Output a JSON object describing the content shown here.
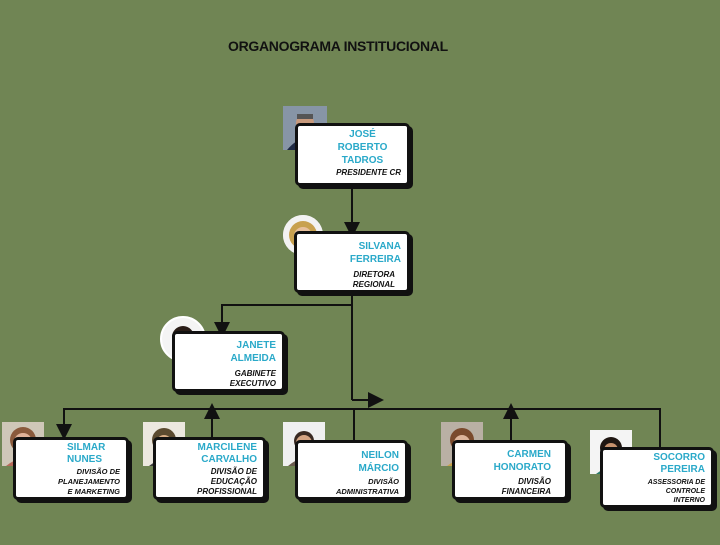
{
  "title": "ORGANOGRAMA INSTITUCIONAL",
  "nodes": [
    {
      "id": "jose",
      "name": "JOSÉ\nROBERTO\nTADROS",
      "role": "PRESIDENTE CR"
    },
    {
      "id": "silvana",
      "name": "SILVANA\nFERREIRA",
      "role": "DIRETORA\nREGIONAL"
    },
    {
      "id": "janete",
      "name": "JANETE\nALMEIDA",
      "role": "GABINETE\nEXECUTIVO"
    },
    {
      "id": "silmar",
      "name": "SILMAR\nNUNES",
      "role": "DIVISÃO DE\nPLANEJAMENTO\nE MARKETING"
    },
    {
      "id": "marcilene",
      "name": "MARCILENE\nCARVALHO",
      "role": "DIVISÃO DE\nEDUCAÇÃO\nPROFISSIONAL"
    },
    {
      "id": "neilon",
      "name": "NEILON\nMÁRCIO",
      "role": "DIVISÃO\nADMINISTRATIVA"
    },
    {
      "id": "carmen",
      "name": "CARMEN\nHONORATO",
      "role": "DIVISÃO\nFINANCEIRA"
    },
    {
      "id": "socorro",
      "name": "SOCORRO\nPEREIRA",
      "role": "ASSESSORIA DE\nCONTROLE\nINTERNO"
    }
  ]
}
